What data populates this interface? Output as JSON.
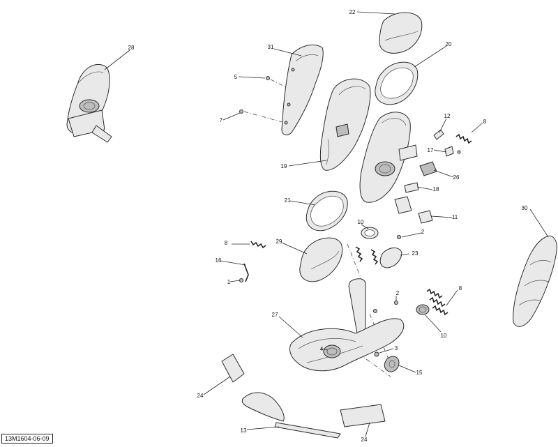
{
  "diagram": {
    "drawing_code": "13M1604-06-09",
    "callouts": [
      "22",
      "31",
      "20",
      "28",
      "5",
      "7",
      "12",
      "8",
      "17",
      "19",
      "26",
      "18",
      "30",
      "21",
      "11",
      "10",
      "2",
      "8",
      "29",
      "23",
      "16",
      "1",
      "8",
      "2",
      "27",
      "10",
      "4",
      "3",
      "15",
      "24",
      "13",
      "24"
    ]
  }
}
